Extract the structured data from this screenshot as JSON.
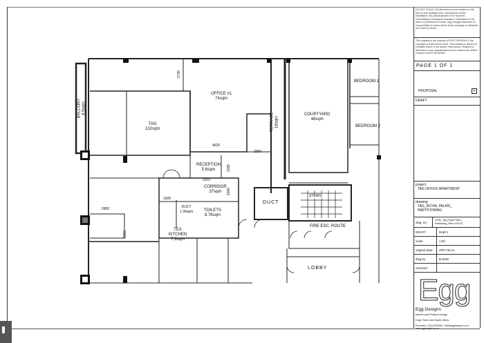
{
  "notes": {
    "general": "DO NOT SCALE. All dimensions to be verified on site prior to any building work, manufacture and/or installation. Any discrepancies to be reported immediately to designer/consultant. Dimensions to be taken in preference to scale. Egg Designs assumes no responsibility in cases where these drawings or sketches are used by others.",
    "copyright": "This drawing is the property of EGG DESIGNS & the copyright is reserved by them. This drawing is issued on condition that it is not copied, reproduced, retained or disclosed to any unauthorised person without the written consent of EGG DESIGNS."
  },
  "page": "PAGE 1 OF 1",
  "status": {
    "proposal": "PROPOSAL",
    "draft": "DRAFT"
  },
  "project": {
    "label": "project",
    "value": "TAG OFFICE APARTMENT"
  },
  "drawing": {
    "label": "drawing",
    "value": "TAG_ROYAL PALMS_ PARTITIONING"
  },
  "fields": [
    {
      "key": "dwg. no.",
      "value": "C0SE_Tag_Royal Palms_ Partitioning_Plan LAYOUT"
    },
    {
      "key": "DRAFT",
      "value": "Draft 1"
    },
    {
      "key": "scale",
      "value": "1:50"
    },
    {
      "key": "original date",
      "value": "2007.05.21"
    },
    {
      "key": "dwg by",
      "value": "B.SMS"
    },
    {
      "key": "checked",
      "value": ""
    }
  ],
  "company": {
    "logo": "Egg",
    "name": "Egg Designs",
    "tagline": "Interior and Product Design",
    "location": "Cape Town and South Africa",
    "contact": "Phone/fax +27(0) 0000000 / info@eggdesigns.co.za / www.eggdesigns.co.za"
  },
  "rooms": {
    "balcony": {
      "name": "BALCONY",
      "area": "8.5sqm"
    },
    "tag": {
      "name": "TAG",
      "area": "102sqm"
    },
    "office1": {
      "name": "OFFICE #1",
      "area": "74sqm"
    },
    "terrace": {
      "name": "TERRACE",
      "area": "16sqm"
    },
    "courtyard": {
      "name": "COURTYARD",
      "area": "48sqm"
    },
    "bedroom1": {
      "name": "BEDROOM 1"
    },
    "bedroom2": {
      "name": "BEDROOM 2"
    },
    "reception": {
      "name": "RECEPTION",
      "area": "5.6sqm"
    },
    "corridor": {
      "name": "CORRIDOR",
      "area": "37sqm"
    },
    "duct_small": {
      "name": "DUCT",
      "area": "1.36sqm"
    },
    "toilets": {
      "name": "TOILETS",
      "area": "8.76sqm"
    },
    "tea_kitchen": {
      "name": "TEA KITCHEN",
      "area": "7.3sqm"
    },
    "duct": {
      "name": "DUCT"
    },
    "stairs": {
      "name": "STAIRS"
    },
    "fire_escape": {
      "name": "FIRE ESC. ROUTE"
    },
    "lobby": {
      "name": "LOBBY"
    }
  },
  "dimensions": [
    "2735",
    "4625",
    "2000",
    "1035",
    "2915",
    "2000",
    "1600",
    "2800",
    "2355"
  ]
}
